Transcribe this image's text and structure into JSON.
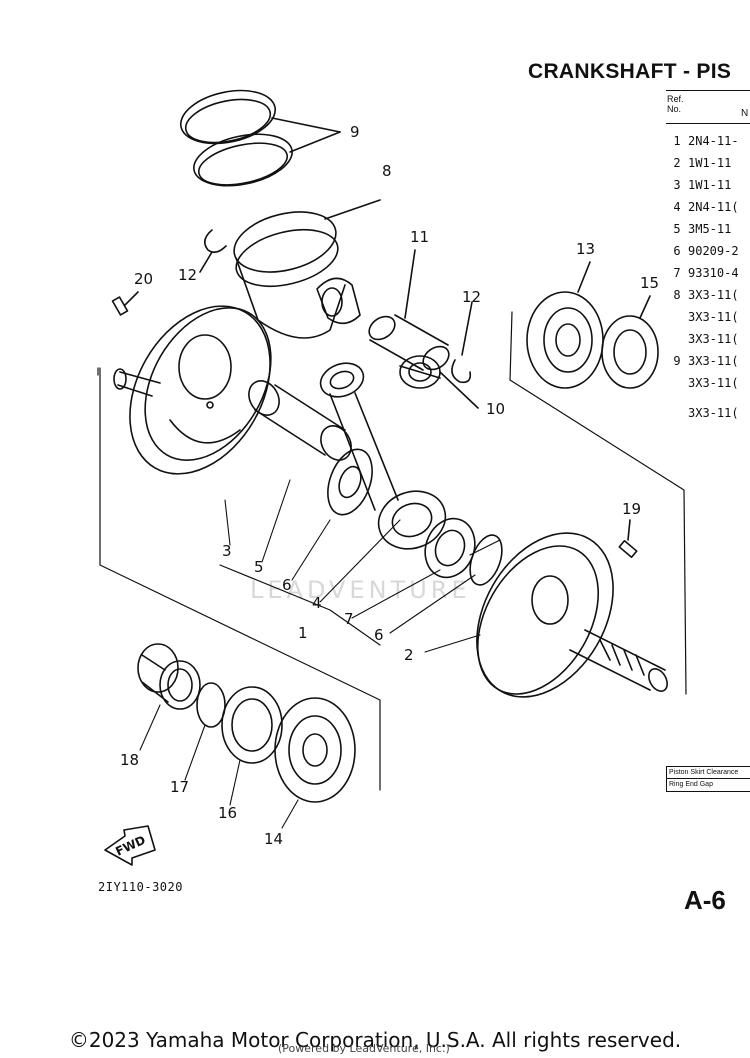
{
  "title": "CRANKSHAFT - PIS",
  "table": {
    "ref_header": "Ref.\nNo.",
    "no_header": "N",
    "rows": [
      {
        "ref": "1",
        "part": "2N4-11-"
      },
      {
        "ref": "2",
        "part": "1W1-11"
      },
      {
        "ref": "3",
        "part": "1W1-11"
      },
      {
        "ref": "4",
        "part": "2N4-11("
      },
      {
        "ref": "5",
        "part": "3M5-11"
      },
      {
        "ref": "6",
        "part": "90209-2"
      },
      {
        "ref": "7",
        "part": "93310-4"
      },
      {
        "ref": "8",
        "part": "3X3-11("
      },
      {
        "ref": "",
        "part": "3X3-11("
      },
      {
        "ref": "",
        "part": "3X3-11("
      },
      {
        "ref": "9",
        "part": "3X3-11("
      },
      {
        "ref": "",
        "part": "3X3-11("
      },
      {
        "ref": "",
        "part": "3X3-11("
      }
    ]
  },
  "spec_box": {
    "row1": "Piston Skirt Clearance",
    "row2": "Ring End Gap"
  },
  "callouts": [
    "1",
    "2",
    "3",
    "4",
    "5",
    "6",
    "6",
    "7",
    "8",
    "9",
    "10",
    "11",
    "12",
    "12",
    "13",
    "14",
    "15",
    "16",
    "17",
    "18",
    "19",
    "20"
  ],
  "fwd_label": "FWD",
  "diagram_code": "2IY110-3020",
  "page_code": "A-6",
  "watermark_text": "LEADVENTURE",
  "footer_text": "©2023 Yamaha Motor Corporation, U.S.A. All rights reserved.",
  "footer_small": "(Powered by LeadVenture, Inc.)"
}
